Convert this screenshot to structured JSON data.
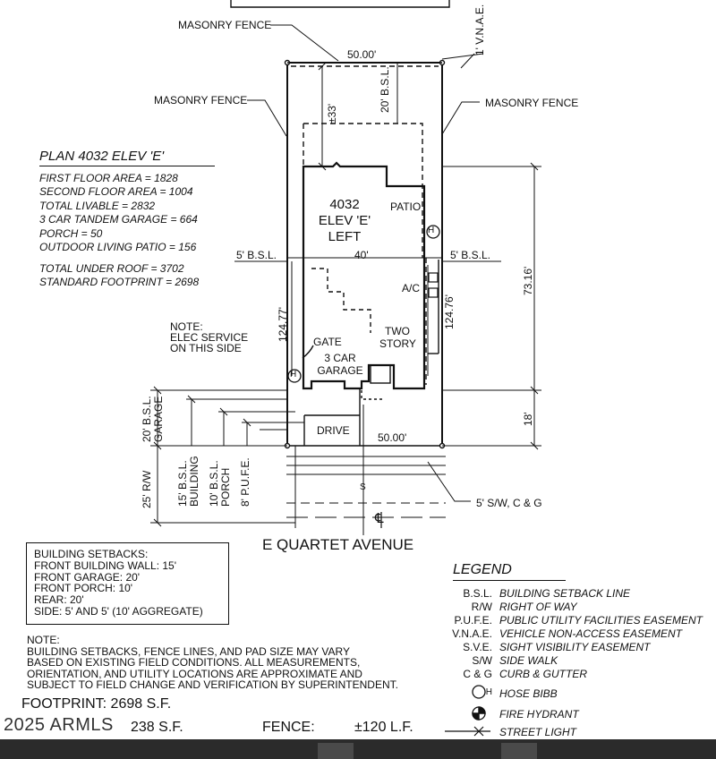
{
  "labels": {
    "masonry_fence": "MASONRY FENCE",
    "vnae": "1' V.N.A.E.",
    "rear_width": "50.00'",
    "front_width": "50.00'",
    "rear_setback": "20' B.S.L.",
    "rear_dim": "±33'",
    "side_bsl": "5' B.S.L.",
    "house_width": "40'",
    "plan_num": "4032",
    "elev": "ELEV 'E'",
    "left": "LEFT",
    "patio": "PATIO",
    "ac": "A/C",
    "two_story": "TWO STORY",
    "garage": "3 CAR GARAGE",
    "gate": "GATE",
    "drive": "DRIVE",
    "depth_left": "124.77'",
    "depth_right": "124.76'",
    "house_depth": "73.16'",
    "front_dim": "18'",
    "garage_setback": "20' B.S.L. GARAGE",
    "row": "25' R/W",
    "building_setback": "15' B.S.L. BUILDING",
    "porch_setback": "10' B.S.L. PORCH",
    "pufe": "8' P.U.F.E.",
    "hose": "H",
    "sidewalk": "5' S/W, C & G",
    "street_s": "S",
    "street": "E  QUARTET  AVENUE",
    "note_elec": [
      "NOTE:",
      "ELEC SERVICE",
      "ON THIS SIDE"
    ]
  },
  "plan": {
    "title": "PLAN 4032 ELEV 'E'",
    "lines_a": [
      "FIRST FLOOR AREA = 1828",
      "SECOND FLOOR AREA = 1004",
      "TOTAL LIVABLE = 2832",
      "3 CAR TANDEM GARAGE = 664",
      "PORCH = 50",
      "OUTDOOR LIVING PATIO = 156"
    ],
    "lines_b": [
      "TOTAL UNDER ROOF = 3702",
      "STANDARD FOOTPRINT = 2698"
    ]
  },
  "setbacks": [
    "BUILDING SETBACKS:",
    "FRONT BUILDING WALL: 15'",
    "FRONT GARAGE: 20'",
    "FRONT PORCH: 10'",
    "REAR: 20'",
    "SIDE: 5' AND 5' (10' AGGREGATE)"
  ],
  "note": [
    "NOTE:",
    "BUILDING SETBACKS, FENCE LINES, AND PAD SIZE MAY VARY",
    "BASED ON EXISTING FIELD CONDITIONS.  ALL MEASUREMENTS,",
    "ORIENTATION, AND UTILITY LOCATIONS ARE APPROXIMATE AND",
    "SUBJECT TO FIELD CHANGE AND VERIFICATION BY SUPERINTENDENT."
  ],
  "footer": {
    "footprint": "FOOTPRINT: 2698 S.F.",
    "watermark": "2025 ARMLS",
    "sf_partial": "238 S.F.",
    "fence_label": "FENCE:",
    "fence_value": "±120 L.F."
  },
  "legend": {
    "title": "LEGEND",
    "items": [
      {
        "abbr": "B.S.L.",
        "def": "BUILDING SETBACK LINE"
      },
      {
        "abbr": "R/W",
        "def": "RIGHT OF WAY"
      },
      {
        "abbr": "P.U.F.E.",
        "def": "PUBLIC UTILITY FACILITIES EASEMENT"
      },
      {
        "abbr": "V.N.A.E.",
        "def": "VEHICLE NON-ACCESS EASEMENT"
      },
      {
        "abbr": "S.V.E.",
        "def": "SIGHT VISIBILITY EASEMENT"
      },
      {
        "abbr": "S/W",
        "def": "SIDE WALK"
      },
      {
        "abbr": "C & G",
        "def": "CURB & GUTTER"
      },
      {
        "abbr": "H",
        "def": "HOSE BIBB"
      },
      {
        "abbr": "",
        "def": "FIRE HYDRANT"
      },
      {
        "abbr": "",
        "def": "STREET LIGHT"
      }
    ]
  }
}
